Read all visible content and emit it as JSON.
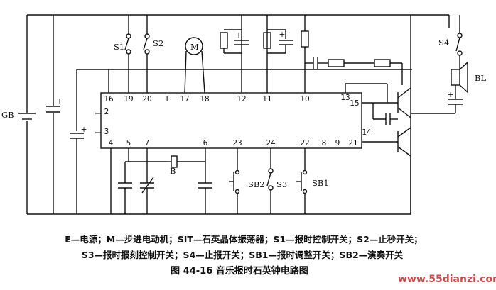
{
  "labels": {
    "GB": "GB",
    "S1": "S1",
    "S2": "S2",
    "M": "M",
    "S4": "S4",
    "BL": "BL",
    "B": "B",
    "SB2": "SB2",
    "S3": "S3",
    "SB1": "SB1"
  },
  "pins": {
    "p16": "16",
    "p19": "19",
    "p20": "20",
    "p1": "1",
    "p17": "17",
    "p18": "18",
    "p12": "12",
    "p11": "11",
    "p10": "10",
    "p13": "13",
    "p15": "15",
    "p2": "2",
    "p3": "3",
    "p14": "14",
    "p4": "4",
    "p5": "5",
    "p7": "7",
    "p6": "6",
    "p23": "23",
    "p24": "24",
    "p22": "22",
    "p8": "8",
    "p9": "9",
    "p21": "21"
  },
  "plus_sign": "+",
  "caption": {
    "line1": "E—电源；M—步进电动机；SIT—石英晶体振荡器；S1—报时控制开关；S2—止秒开关；",
    "line2": "S3—报时报刻控制开关；S4—止报开关；SB1—报时调整开关；SB2—演奏开关",
    "line3": "图 44-16    音乐报时石英钟电路图"
  },
  "watermark": "www.55dianzi.com"
}
